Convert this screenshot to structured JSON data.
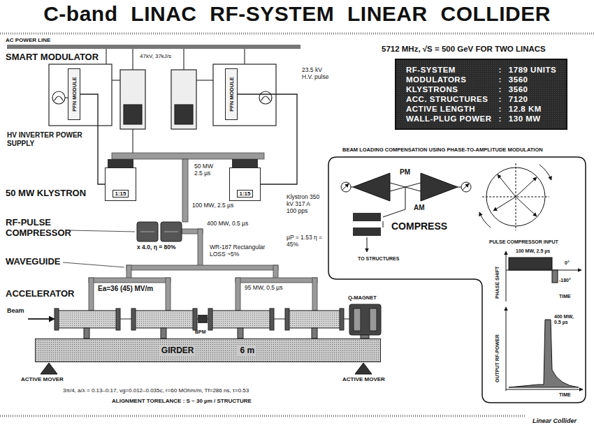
{
  "diagram": {
    "title": "C-band LINAC RF-SYSTEM LINEAR COLLIDER",
    "nodes": [
      {
        "text": [
          "PFN MODULE"
        ]
      },
      {
        "text": [
          "PFN MODULE"
        ]
      },
      {
        "text": [
          "1:15"
        ]
      },
      {
        "text": [
          "1:15"
        ]
      },
      {
        "text": [
          "GIRDER",
          "6 m"
        ]
      },
      {
        "text": [
          "RF-SYSTEM",
          ":",
          "1789 UNITS",
          "MODULATORS",
          ":",
          "3560",
          "KLYSTRONS",
          ":",
          "3560",
          "ACC. STRUCTURES",
          ":",
          "7120",
          "ACTIVE LENGTH",
          ":",
          "12.8 KM",
          "WALL-PLUG POWER",
          ":",
          "130 MW"
        ]
      },
      {
        "text": [
          "BEAM LOADING COMPENSATION USING PHASE-TO-AMPLITUDE MODULATION"
        ]
      }
    ],
    "edges": [
      {
        "from": 0,
        "to": 2,
        "arrow": "none"
      },
      {
        "from": 1,
        "to": 3,
        "arrow": "none"
      }
    ],
    "labels": [
      "AC POWER LINE",
      "SMART MODULATOR",
      "47kV, 37kJ/s",
      "23.5 kV H.V. pulse",
      "HV INVERTER POWER SUPPLY",
      "50 MW KLYSTRON",
      "50 MW 2.5 µs",
      "100 MW, 2.5 µs",
      "Klystron 350 kV 317 A 100 pps",
      "RF-PULSE COMPRESSOR",
      "x 4.0, η = 80%",
      "400 MW, 0.5 µs",
      "µP = 1.53 η = 45%",
      "WAVEGUIDE",
      "WR-187 Rectangular LOSS ~5%",
      "ACCELERATOR",
      "Ea=36 (45) MV/m",
      "95 MW, 0.5 µs",
      "Beam",
      "BPM",
      "Q-MAGNET",
      "ACTIVE MOVER",
      "ACTIVE MOVER",
      "3π/4, a/λ = 0.13–0.17, vg=0.012–0.035c, r=60 MOhm/m, Tf=286 ns, τ=0.53",
      "ALIGNMENT TORELANCE : S ~ 30 µm / STRUCTURE",
      "5712 MHz, √S = 500 GeV FOR TWO LINACS",
      "PM",
      "AM",
      "COMPRESS",
      "TO STRUCTURES",
      "PULSE COMPRESSOR INPUT",
      "PHASE SHIFT",
      "100 MW, 2.5 µs",
      "0°",
      "-180°",
      "TIME",
      "OUTPUT RF-POWER",
      "400 MW, 0.5 µs",
      "TIME",
      "Linear Collider"
    ]
  }
}
